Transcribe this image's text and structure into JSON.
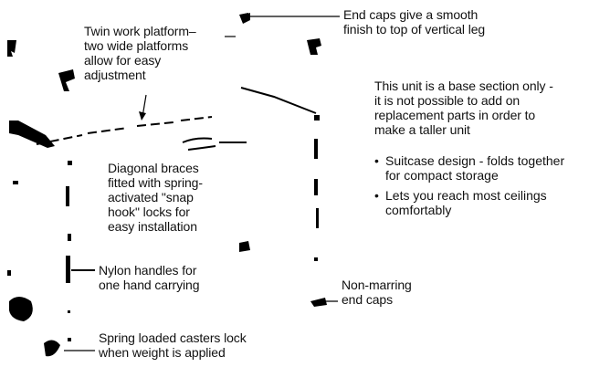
{
  "labels": {
    "end_caps_top": [
      "End caps give a smooth",
      "finish to top of vertical leg"
    ],
    "twin_platform": [
      "Twin work platform–",
      "two wide platforms",
      "allow for easy",
      "adjustment"
    ],
    "base_section": [
      "This unit is a base section only -",
      "it is not possible to add on",
      "replacement parts in order to",
      "make a taller unit"
    ],
    "diagonal_braces": [
      "Diagonal braces",
      "fitted with spring-",
      "activated \"snap",
      "hook\" locks for",
      "easy installation"
    ],
    "nylon_handles": [
      "Nylon handles for",
      "one hand carrying"
    ],
    "non_marring": [
      "Non-marring",
      "end caps"
    ],
    "casters": [
      "Spring loaded casters lock",
      "when weight is applied"
    ]
  },
  "features": [
    {
      "bullet": "•",
      "lines": [
        "Suitcase design - folds together",
        "for compact storage"
      ]
    },
    {
      "bullet": "•",
      "lines": [
        "Lets you reach most ceilings",
        "comfortably"
      ]
    }
  ]
}
